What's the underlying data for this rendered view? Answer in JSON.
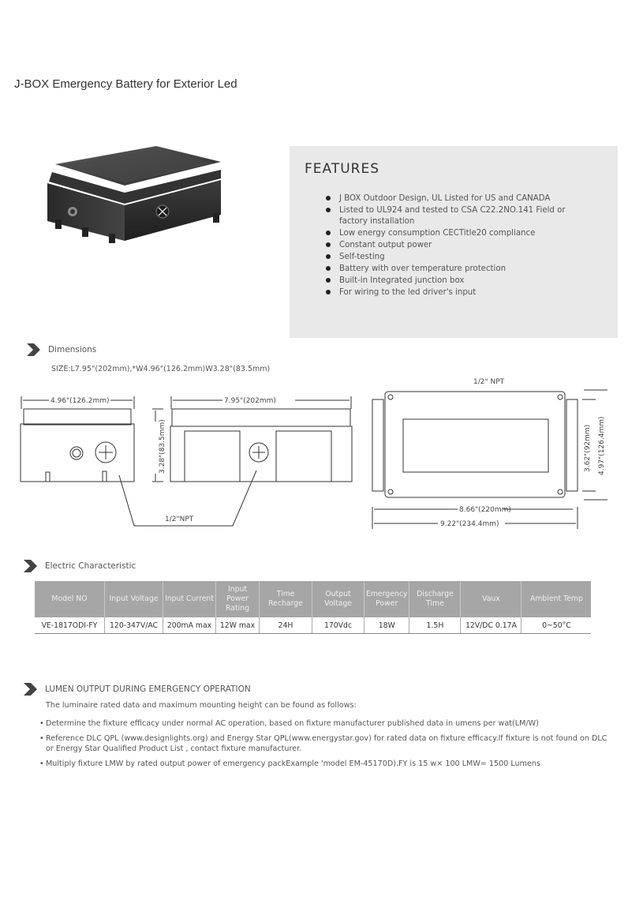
{
  "page": {
    "title": "J-BOX Emergency Battery for Exterior Led"
  },
  "features": {
    "heading": "FEATURES",
    "items": [
      "J BOX Outdoor Design, UL Listed for US and CANADA",
      "Listed to UL924 and tested to CSA C22.2NO.141 Field or factory installation",
      "Low energy consumption CECTitle20 compliance",
      "Constant output power",
      "Self-testing",
      "Battery with over temperature protection",
      "Built-in Integrated junction box",
      "For wiring to the led driver's input"
    ]
  },
  "dimensions": {
    "heading": "Dimensions",
    "size_line": "SIZE:L7.95\"(202mm),*W4.96\"(126.2mm)W3.28\"(83.5mm)",
    "side_width": "4.96\"(126.2mm)",
    "side_height": "3.28\"(83.5mm)",
    "front_length": "7.95\"(202mm)",
    "npt_label": "1/2\"NPT",
    "top_npt_label": "1/2\"  NPT",
    "top_inner_width": "8.66\"(220mm)",
    "top_outer_width": "9.22\"(234.4mm)",
    "top_inner_height": "3.62\"(92mm)",
    "top_outer_height": "4.97\"(126.4mm)"
  },
  "electric": {
    "heading": "Electric Characteristic",
    "columns": [
      "Model NO",
      "Input Voltage",
      "Input Current",
      "Input Power Rating",
      "Time Recharge",
      "Output Voltage",
      "Emergency Power",
      "Discharge Time",
      "Vaux",
      "Ambient Temp"
    ],
    "row": [
      "VE-1817ODI-FY",
      "120-347V/AC",
      "200mA max",
      "12W max",
      "24H",
      "170Vdc",
      "18W",
      "1.5H",
      "12V/DC 0.17A",
      "0~50°C"
    ]
  },
  "lumen": {
    "heading": "LUMEN OUTPUT DURING EMERGENCY OPERATION",
    "intro": "The luminaire rated data and maximum mounting height can be found as follows:",
    "items": [
      "Determine the fixture efficacy under normal AC operation, based on fixture manufacturer published data in umens per wat(LM/W)",
      "Reference DLC QPL (www.designlights.org) and Energy Star QPL(www.energystar.gov) for rated data on fixture efficacy.lf fixture is not found on DLC or Energy Star Qualified Product List , contact fixture manufacturer.",
      "Multiply fixture LMW by rated output power of emergency packExample 'model EM-45170D).FY is 15 w× 100 LMW= 1500 Lumens"
    ]
  }
}
